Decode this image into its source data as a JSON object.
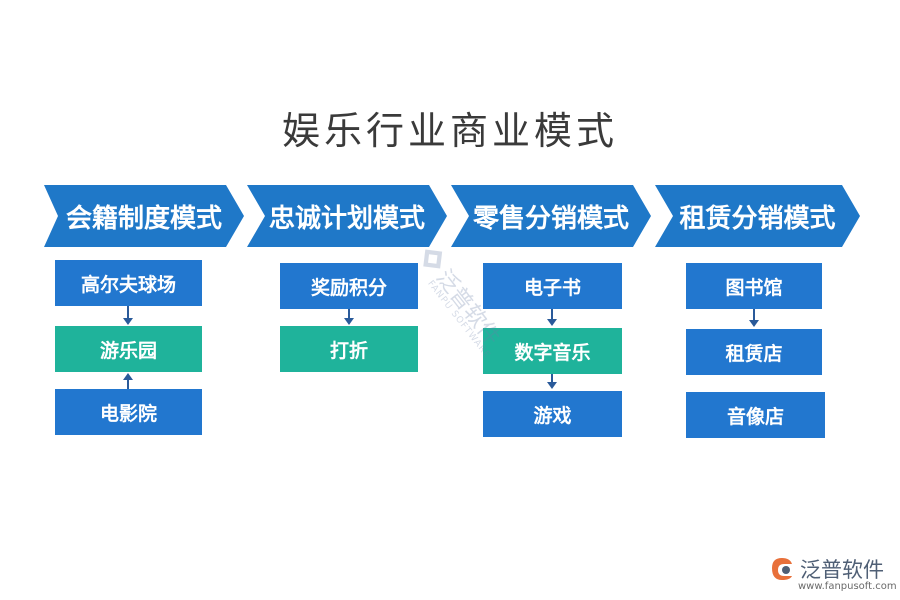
{
  "title": "娱乐行业商业模式",
  "categories": [
    {
      "label": "会籍制度模式",
      "items": [
        "高尔夫球场",
        "游乐园",
        "电影院"
      ]
    },
    {
      "label": "忠诚计划模式",
      "items": [
        "奖励积分",
        "打折"
      ]
    },
    {
      "label": "零售分销模式",
      "items": [
        "电子书",
        "数字音乐",
        "游戏"
      ]
    },
    {
      "label": "租赁分销模式",
      "items": [
        "图书馆",
        "租赁店",
        "音像店"
      ]
    }
  ],
  "watermark": {
    "text": "泛普软件",
    "sub": "FANPU SOFTWARE"
  },
  "logo": {
    "text": "泛普软件",
    "url": "www.fanpusoft.com"
  },
  "colors": {
    "chevron": "#1f78c8",
    "box_blue": "#2277cf",
    "box_teal": "#1fb39b",
    "arrow": "#2a5a9a"
  }
}
